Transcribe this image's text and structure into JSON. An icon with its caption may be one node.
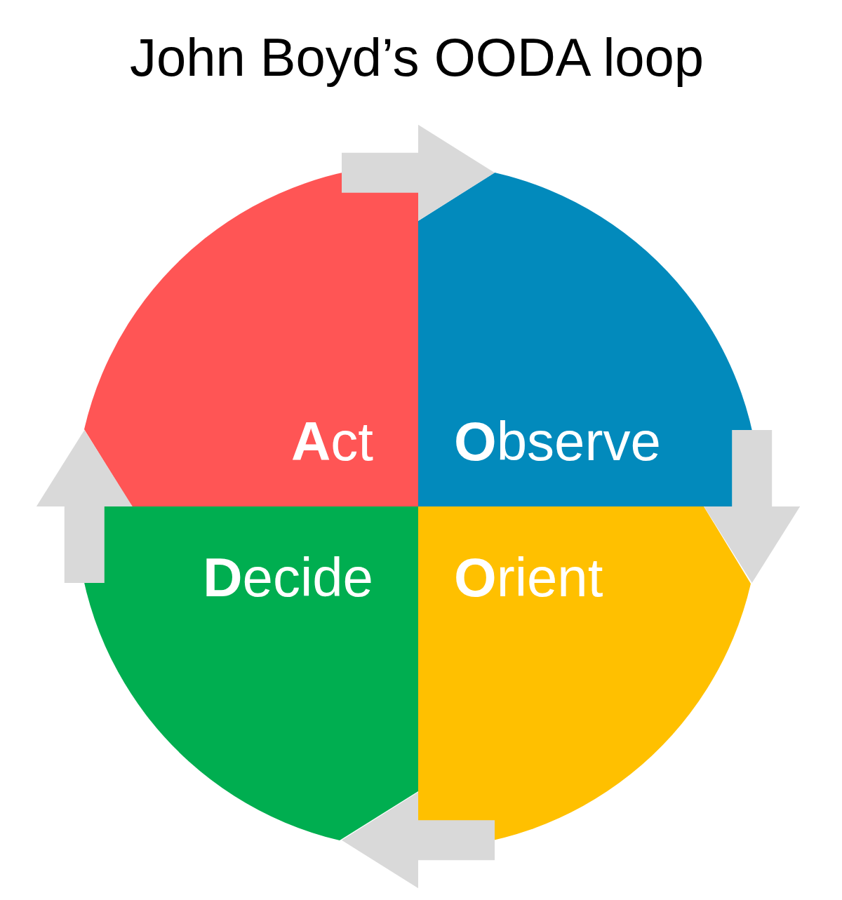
{
  "diagram": {
    "title": "John Boyd’s OODA loop",
    "nodes": [
      {
        "text": [
          "**A**ct"
        ]
      },
      {
        "text": [
          "**O**bserve"
        ]
      },
      {
        "text": [
          "**D**ecide"
        ]
      },
      {
        "text": [
          "**O**rient"
        ]
      }
    ],
    "edges": [
      {
        "from": 0,
        "to": 1,
        "arrow": "to"
      },
      {
        "from": 1,
        "to": 3,
        "arrow": "to"
      },
      {
        "from": 3,
        "to": 2,
        "arrow": "to"
      },
      {
        "from": 2,
        "to": 0,
        "arrow": "to"
      }
    ]
  }
}
